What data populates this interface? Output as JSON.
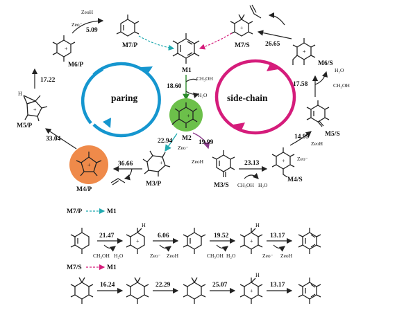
{
  "colors": {
    "paring_cycle": "#1596cf",
    "side_chain_cycle": "#d51c7b",
    "m2_fill": "#6cc04a",
    "m4p_fill": "#ef8a4a",
    "teal_arrow": "#22aab0",
    "purple_arrow": "#8b3a8b"
  },
  "cycles": {
    "paring": "paring",
    "side_chain": "side-chain"
  },
  "species": {
    "m1": "M1",
    "m2": "M2",
    "m3p": "M3/P",
    "m4p": "M4/P",
    "m5p": "M5/P",
    "m6p": "M6/P",
    "m7p": "M7/P",
    "m3s": "M3/S",
    "m4s": "M4/S",
    "m5s": "M5/S",
    "m6s": "M6/S",
    "m7s": "M7/S"
  },
  "barriers": {
    "m1_m2": "18.60",
    "m2_m3p": "22.94",
    "m3p_m4p": "36.66",
    "m4p_m5p": "33.04",
    "m5p_m6p": "17.22",
    "m6p_m7p": "5.09",
    "m2_m3s": "19.99",
    "m3s_m4s": "23.13",
    "m4s_m5s": "14.99",
    "m5s_m6s": "17.58",
    "m6s_m7s": "26.65"
  },
  "reagents": {
    "zeoh": "ZeoH",
    "zeo_minus": "Zeo⁻",
    "methanol": "CH₃OH",
    "water": "H₂O",
    "h": "H"
  },
  "pathway_p": {
    "label": "M7/P",
    "target": "M1",
    "barriers": [
      "21.47",
      "6.06",
      "19.52",
      "13.17"
    ],
    "reagents": [
      [
        "CH₃OH",
        "H₂O"
      ],
      [
        "Zeo⁻",
        "ZeoH"
      ],
      [
        "CH₃OH",
        "H₂O"
      ],
      [
        "Zeo⁻",
        "ZeoH"
      ]
    ]
  },
  "pathway_s": {
    "label": "M7/S",
    "target": "M1",
    "barriers": [
      "16.24",
      "22.29",
      "25.07",
      "13.17"
    ]
  }
}
